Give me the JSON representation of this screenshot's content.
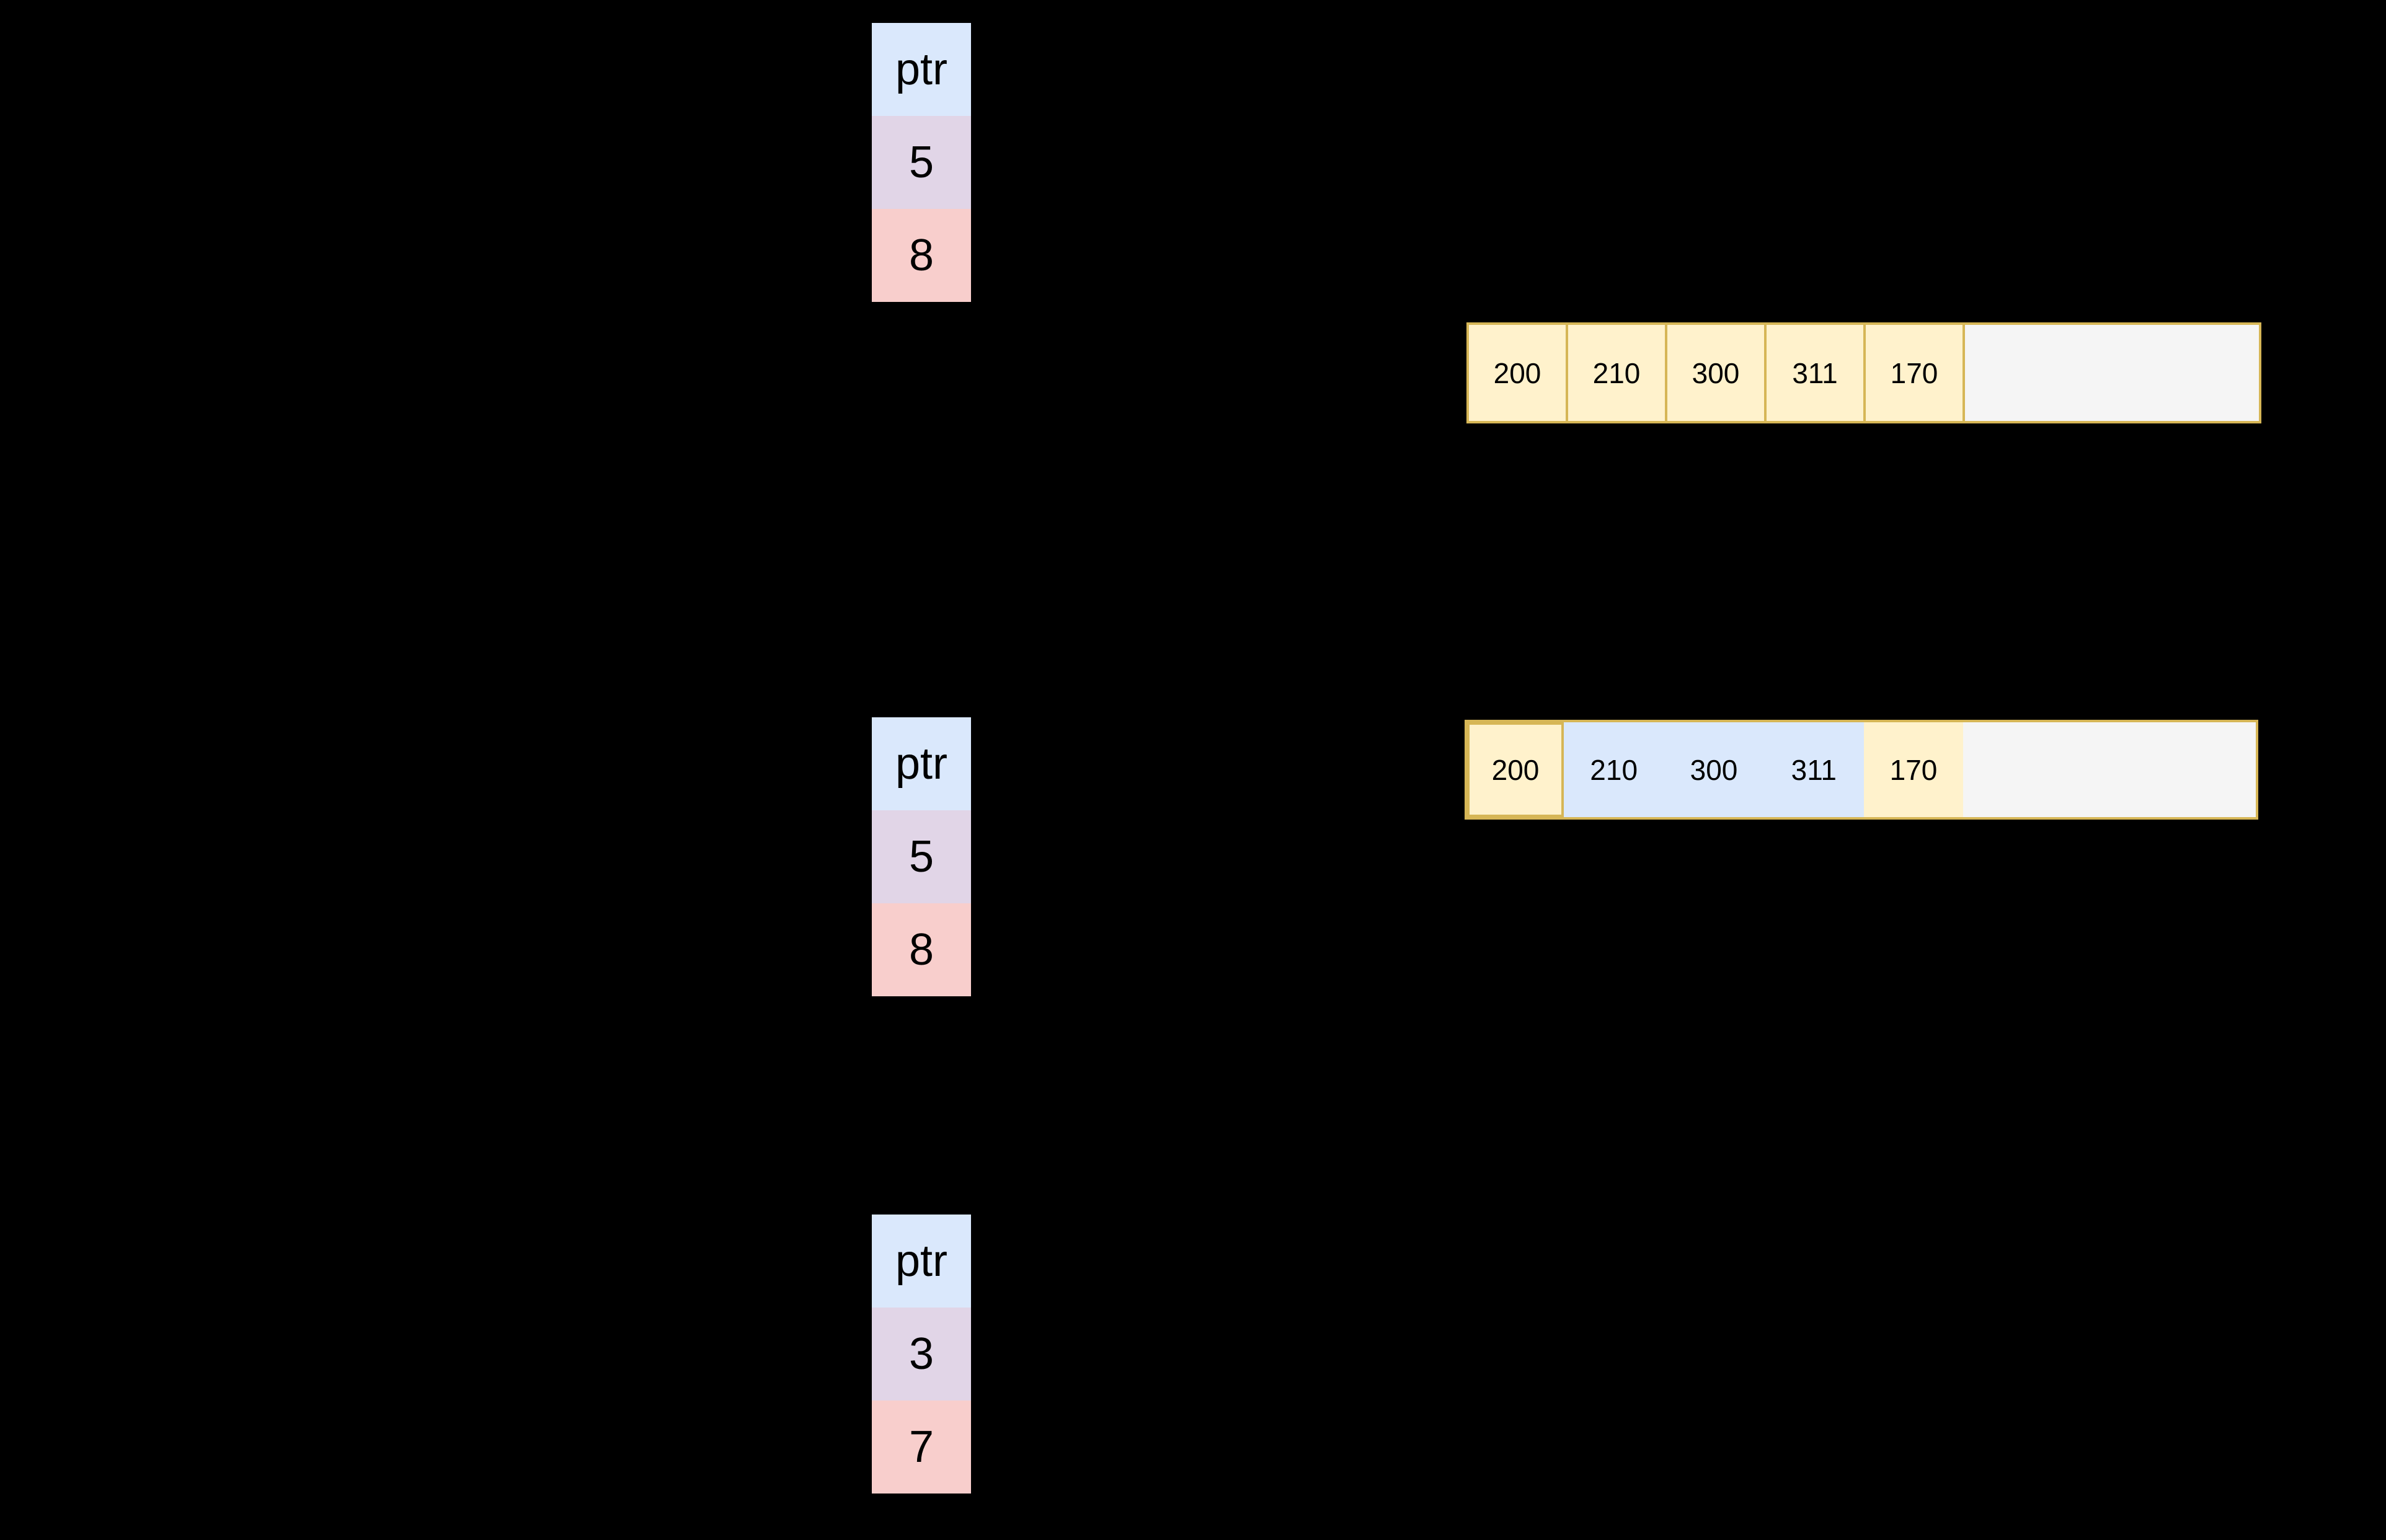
{
  "diagram": {
    "background_color": "#000000",
    "text_color": "#000000",
    "colors": {
      "ptr_cell_fill": "#dae8fc",
      "count_cell_fill": "#e1d5e7",
      "capacity_cell_fill": "#f8cecc",
      "array_cell_fill": "#fff2cc",
      "array_border": "#d6b656",
      "array_free_space_fill": "#f5f5f5",
      "highlight_fill": "#dae8fc"
    },
    "stacks": [
      {
        "name": "stack-top",
        "cells": [
          {
            "label": "ptr"
          },
          {
            "label": "5"
          },
          {
            "label": "8"
          }
        ]
      },
      {
        "name": "stack-middle",
        "cells": [
          {
            "label": "ptr"
          },
          {
            "label": "5"
          },
          {
            "label": "8"
          }
        ]
      },
      {
        "name": "stack-bottom",
        "cells": [
          {
            "label": "ptr"
          },
          {
            "label": "3"
          },
          {
            "label": "7"
          }
        ]
      }
    ],
    "arrays": [
      {
        "name": "array-top",
        "cells": [
          {
            "label": "200"
          },
          {
            "label": "210"
          },
          {
            "label": "300"
          },
          {
            "label": "311"
          },
          {
            "label": "170"
          }
        ],
        "has_free_space": true
      },
      {
        "name": "array-middle",
        "cells": [
          {
            "label": "200"
          },
          {
            "label": "210",
            "highlighted": true
          },
          {
            "label": "300",
            "highlighted": true
          },
          {
            "label": "311",
            "highlighted": true
          },
          {
            "label": "170"
          }
        ],
        "has_free_space": true
      }
    ]
  }
}
